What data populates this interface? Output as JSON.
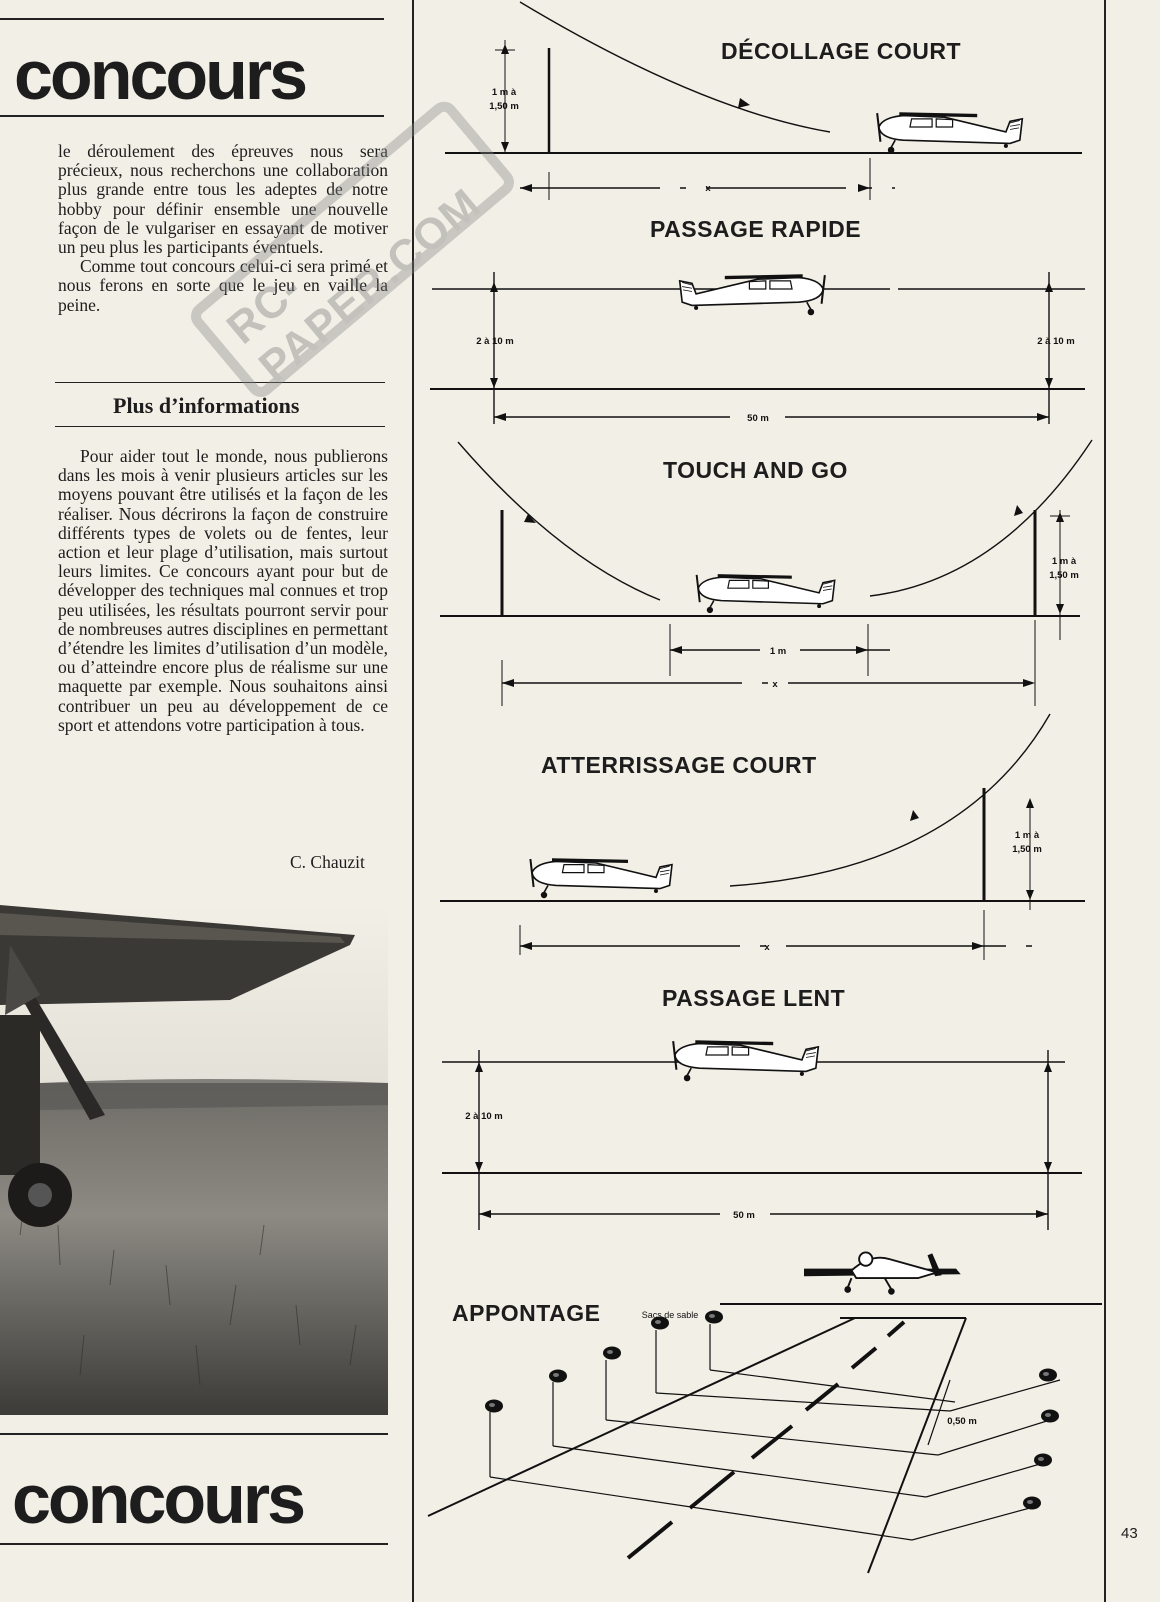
{
  "header": {
    "title": "concours"
  },
  "footer": {
    "title": "concours"
  },
  "article": {
    "paragraph1": "le déroulement des épreuves nous sera précieux, nous recherchons une collaboration plus grande entre tous les adeptes de notre hobby pour définir ensemble une nouvelle façon de le vulgariser en essayant de motiver un peu plus les participants éventuels.",
    "paragraph2": "Comme tout concours celui-ci sera primé et nous ferons en sorte que le jeu en vaille la peine.",
    "subheading": "Plus d’informations",
    "paragraph3": "Pour aider tout le monde, nous publierons dans les mois à venir plusieurs articles sur les moyens pouvant être utilisés et la façon de les réaliser. Nous décrirons la façon de construire différents types de volets ou de fentes, leur action et leur plage d’utilisation, mais surtout leurs limites. Ce concours ayant pour but de développer des techniques mal connues et trop peu utilisées, les résultats pourront servir pour de nombreuses autres disciplines en permettant d’étendre les limites d’utilisation d’un modèle, ou d’atteindre encore plus de réalisme sur une maquette par exemple. Nous souhaitons ainsi contribuer un peu au développement de ce sport et attendons votre participation à tous.",
    "signature": "C. Chauzit"
  },
  "watermark": "RC-PAPER.COM",
  "diagrams": {
    "decollage": {
      "title": "DÉCOLLAGE COURT",
      "height_line1": "1 m à",
      "height_line2": "1,50 m",
      "distance": "x"
    },
    "passage_rapide": {
      "title": "PASSAGE RAPIDE",
      "left_height": "2 à 10 m",
      "right_height": "2 à 10 m",
      "distance": "50 m"
    },
    "touch_and_go": {
      "title": "TOUCH AND GO",
      "height_line1": "1 m à",
      "height_line2": "1,50 m",
      "inner_distance": "1 m",
      "distance": "x"
    },
    "atterrissage": {
      "title": "ATTERRISSAGE COURT",
      "height_line1": "1 m à",
      "height_line2": "1,50 m",
      "distance": "x"
    },
    "passage_lent": {
      "title": "PASSAGE LENT",
      "height": "2 à 10 m",
      "distance": "50 m"
    },
    "apontage": {
      "title": "APPONTAGE",
      "bags_label": "Sacs de sable",
      "spacing": "0,50 m"
    }
  },
  "page_number": "43"
}
